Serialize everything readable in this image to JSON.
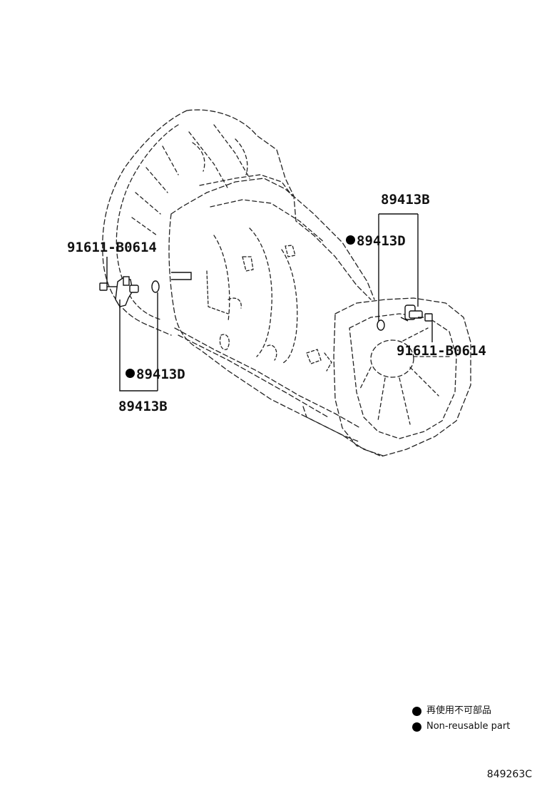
{
  "callouts": {
    "bolt_left": "91611-B0614",
    "oring_left": "89413D",
    "sensor_left": "89413B",
    "sensor_right": "89413B",
    "oring_right": "89413D",
    "bolt_right": "91611-B0614"
  },
  "legend": {
    "item_jp": "再使用不可部品",
    "item_en": "Non-reusable part"
  },
  "illustration_id": "849263C",
  "colors": {
    "line": "#111111",
    "background": "#ffffff",
    "marker": "#000000"
  }
}
